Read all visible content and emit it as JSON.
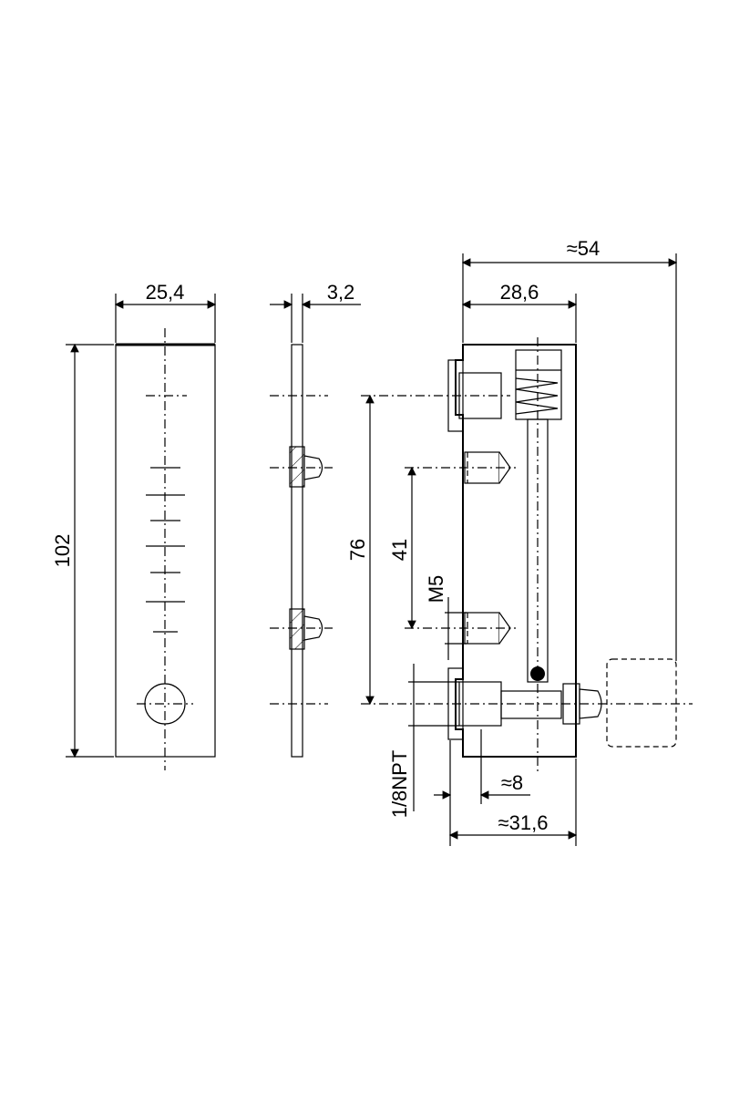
{
  "dimensions": {
    "width_front": "25,4",
    "thickness_side": "3,2",
    "height_total": "102",
    "overall_length": "≈54",
    "body_depth": "28,6",
    "port_spacing": "76",
    "mount_spacing": "41",
    "mount_thread": "M5",
    "inlet_thread": "1/8NPT",
    "inlet_length": "≈8",
    "inlet_depth": "≈31,6"
  },
  "colors": {
    "line": "#000000",
    "background": "#ffffff"
  }
}
